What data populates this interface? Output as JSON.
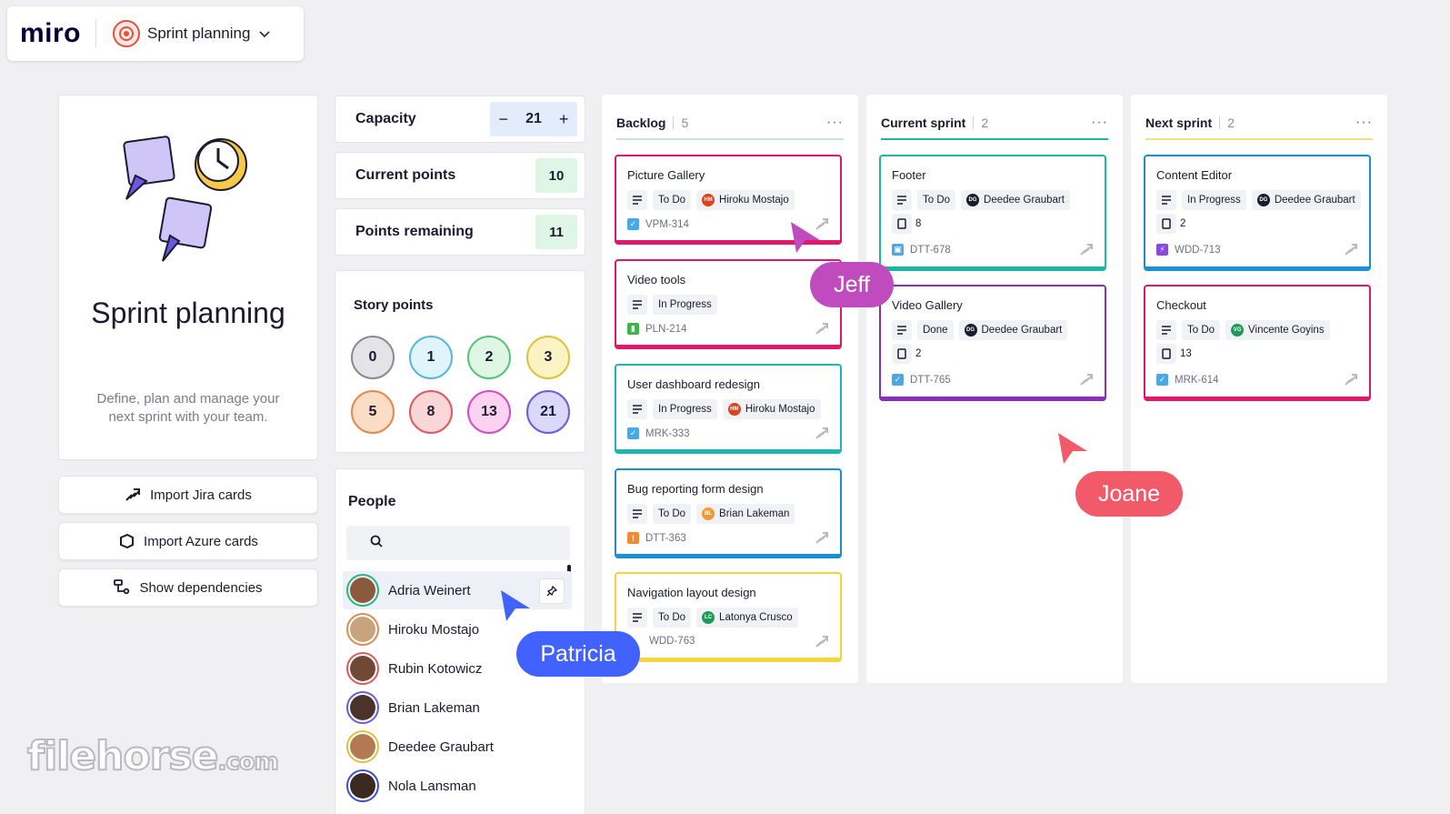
{
  "header": {
    "logo": "miro",
    "board_name": "Sprint planning"
  },
  "intro": {
    "title": "Sprint planning",
    "description": "Define, plan and manage your next sprint with your team."
  },
  "left_buttons": {
    "import_jira": "Import Jira cards",
    "import_azure": "Import Azure cards",
    "show_dependencies": "Show dependencies"
  },
  "stats": {
    "capacity_label": "Capacity",
    "capacity_value": "21",
    "current_points_label": "Current points",
    "current_points_value": "10",
    "points_remaining_label": "Points remaining",
    "points_remaining_value": "11"
  },
  "story_points": {
    "title": "Story points",
    "values": [
      "0",
      "1",
      "2",
      "3",
      "5",
      "8",
      "13",
      "21"
    ]
  },
  "people": {
    "title": "People",
    "search_placeholder": "",
    "list": [
      "Adria Weinert",
      "Hiroku Mostajo",
      "Rubin Kotowicz",
      "Brian Lakeman",
      "Deedee Graubart",
      "Nola Lansman"
    ]
  },
  "columns": [
    {
      "title": "Backlog",
      "count": "5",
      "cards": [
        {
          "title": "Picture Gallery",
          "status": "To Do",
          "assignee": "Hiroku Mostajo",
          "initials": "HM",
          "key": "VPM-314"
        },
        {
          "title": "Video tools",
          "status": "In Progress",
          "key": "PLN-214"
        },
        {
          "title": "User dashboard redesign",
          "status": "In Progress",
          "assignee": "Hiroku Mostajo",
          "initials": "HM",
          "key": "MRK-333"
        },
        {
          "title": "Bug reporting form design",
          "status": "To Do",
          "assignee": "Brian Lakeman",
          "initials": "BL",
          "key": "DTT-363"
        },
        {
          "title": "Navigation layout design",
          "status": "To Do",
          "assignee": "Latonya Crusco",
          "initials": "LC",
          "key": "WDD-763"
        }
      ]
    },
    {
      "title": "Current sprint",
      "count": "2",
      "cards": [
        {
          "title": "Footer",
          "status": "To Do",
          "assignee": "Deedee Graubart",
          "initials": "DG",
          "points": "8",
          "key": "DTT-678"
        },
        {
          "title": "Video Gallery",
          "status": "Done",
          "assignee": "Deedee Graubart",
          "initials": "DG",
          "points": "2",
          "key": "DTT-765"
        }
      ]
    },
    {
      "title": "Next sprint",
      "count": "2",
      "cards": [
        {
          "title": "Content Editor",
          "status": "In Progress",
          "assignee": "Deedee Graubart",
          "initials": "DG",
          "points": "2",
          "key": "WDD-713"
        },
        {
          "title": "Checkout",
          "status": "To Do",
          "assignee": "Vincente Goyins",
          "initials": "VG",
          "points": "13",
          "key": "MRK-614"
        }
      ]
    }
  ],
  "cursors": {
    "jeff": "Jeff",
    "joane": "Joane",
    "patricia": "Patricia"
  },
  "watermark": {
    "text": "filehorse",
    "suffix": ".com"
  },
  "colors": {
    "accent_pink": "#e0176a",
    "accent_teal": "#1fb5b5",
    "accent_blue": "#1a8fd6",
    "accent_yellow": "#f2d43c",
    "accent_purple": "#8a2eb8",
    "cursor_jeff": "#c04bbf",
    "cursor_joane": "#f25a6a",
    "cursor_patricia": "#4262ff"
  }
}
